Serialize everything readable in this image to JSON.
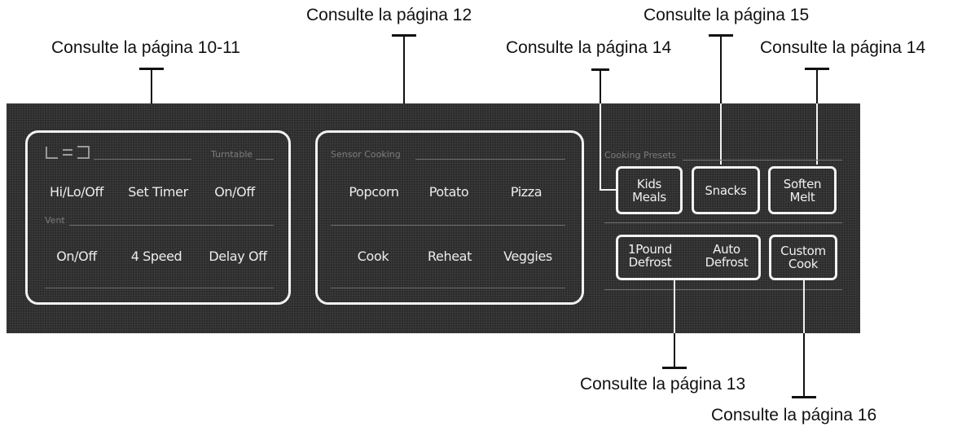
{
  "callouts": {
    "display_timer_vent": "Consulte la página 10-11",
    "sensor_cooking": "Consulte la página 12",
    "kids_meals": "Consulte la página 14",
    "snacks": "Consulte la página 15",
    "soften_melt": "Consulte la página 14",
    "defrost": "Consulte la página 13",
    "custom_cook": "Consulte la página 16"
  },
  "left_group": {
    "icon": "display-icon",
    "turntable_label": "Turntable",
    "vent_label": "Vent",
    "row1": [
      "Hi/Lo/Off",
      "Set Timer",
      "On/Off"
    ],
    "row2": [
      "On/Off",
      "4 Speed",
      "Delay Off"
    ]
  },
  "sensor_group": {
    "title": "Sensor Cooking",
    "row1": [
      "Popcorn",
      "Potato",
      "Pizza"
    ],
    "row2": [
      "Cook",
      "Reheat",
      "Veggies"
    ]
  },
  "presets": {
    "title": "Cooking Presets",
    "kids_meals": "Kids\nMeals",
    "snacks": "Snacks",
    "soften_melt": "Soften\nMelt",
    "one_pound_defrost": "1Pound\nDefrost",
    "auto_defrost": "Auto\nDefrost",
    "custom_cook": "Custom\nCook"
  },
  "colors": {
    "panel": "#2a2a2a",
    "outline": "#f2f2f2",
    "text": "#ececec",
    "minor_text": "#7c7c7c"
  }
}
